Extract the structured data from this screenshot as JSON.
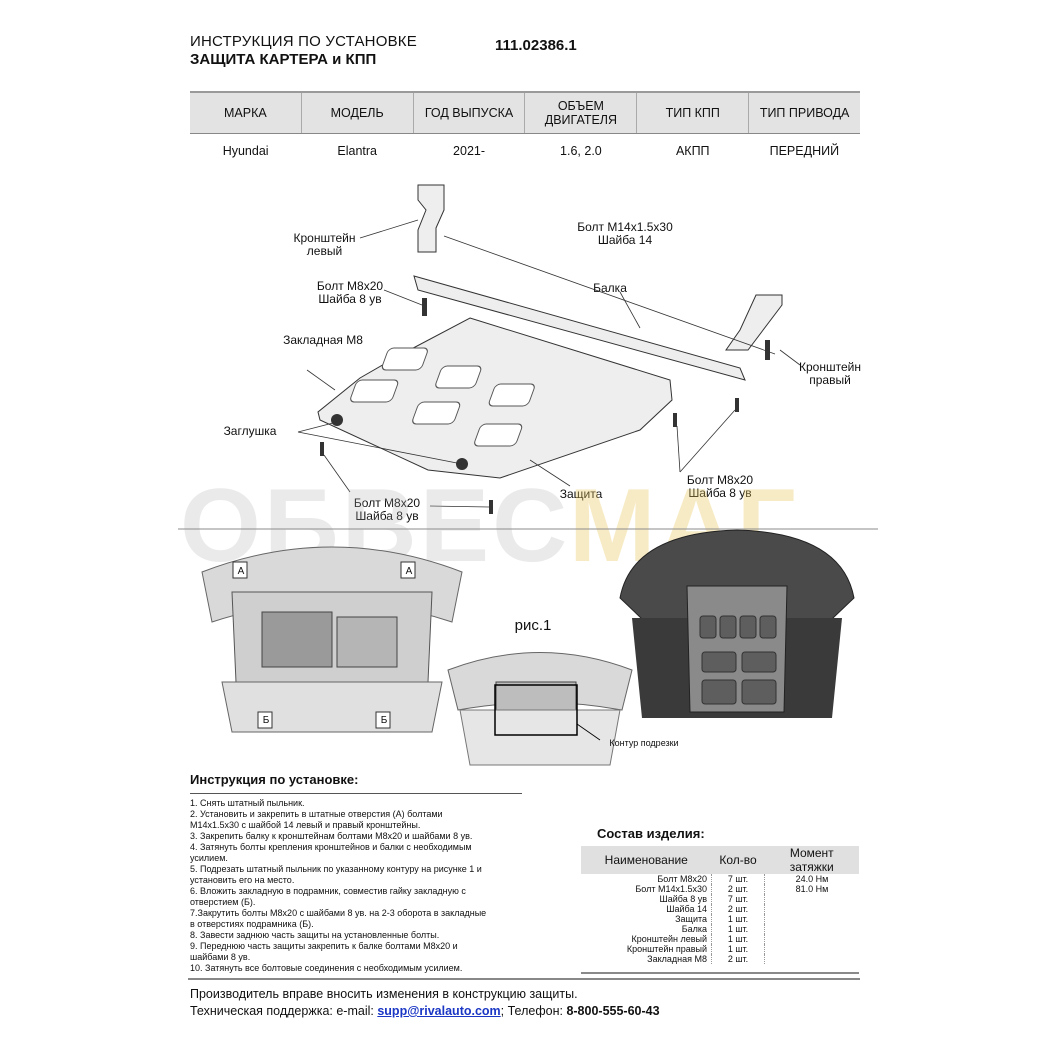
{
  "header": {
    "title_line1": "ИНСТРУКЦИЯ ПО УСТАНОВКЕ",
    "title_line2": "ЗАЩИТА КАРТЕРА и КПП",
    "part_number": "111.02386.1"
  },
  "spec_table": {
    "headers": [
      "МАРКА",
      "МОДЕЛЬ",
      "ГОД ВЫПУСКА",
      "ОБЪЕМ ДВИГАТЕЛЯ",
      "ТИП КПП",
      "ТИП ПРИВОДА"
    ],
    "row": [
      "Hyundai",
      "Elantra",
      "2021-",
      "1.6, 2.0",
      "АКПП",
      "ПЕРЕДНИЙ"
    ]
  },
  "callouts": {
    "bracket_left": "Кронштейн левый",
    "bolt_m14": "Болт М14х1.5х30",
    "washer_14": "Шайба 14",
    "bolt_m8_top": "Болт М8х20",
    "washer_8_top": "Шайба 8 ув",
    "beam": "Балка",
    "nut_insert": "Закладная М8",
    "bracket_right": "Кронштейн правый",
    "plug": "Заглушка",
    "bolt_m8_right": "Болт М8х20",
    "washer_8_right": "Шайба 8 ув",
    "bolt_m8_bottom": "Болт М8х20",
    "washer_8_bottom": "Шайба 8 ув",
    "shield": "Защита",
    "fig1": "рис.1",
    "cut_contour": "Контур подрезки",
    "hole_a": "А",
    "hole_b": "Б"
  },
  "watermark": {
    "part1": "ОБВЕС",
    "part2": "МАГ"
  },
  "instructions": {
    "title": "Инструкция по установке:",
    "steps": [
      "1. Снять штатный пыльник.",
      "2. Установить и закрепить в штатные отверстия (А) болтами",
      "М14х1.5х30 с шайбой 14 левый и правый кронштейны.",
      "3. Закрепить балку к кронштейнам болтами М8х20 и шайбами 8 ув.",
      "4. Затянуть болты крепления кронштейнов и балки с необходимым",
      "усилием.",
      "5. Подрезать штатный пыльник по указанному контуру на рисунке 1 и",
      "установить его на место.",
      "6. Вложить закладную в подрамник, совместив гайку закладную с",
      "отверстием (Б).",
      "7.Закрутить болты М8х20 с шайбами 8 ув. на 2-3 оборота в закладные",
      "в отверстиях подрамника (Б).",
      "8. Завести заднюю часть защиты на установленные болты.",
      "9. Переднюю часть защиты закрепить к балке болтами М8х20 и",
      "шайбами 8 ув.",
      "10. Затянуть все болтовые соединения с необходимым усилием."
    ]
  },
  "composition": {
    "title": "Состав изделия:",
    "headers": [
      "Наименование",
      "Кол-во",
      "Момент затяжки"
    ],
    "rows": [
      {
        "name": "Болт М8х20",
        "qty": "7 шт.",
        "torque": "24.0 Нм"
      },
      {
        "name": "Болт М14х1.5х30",
        "qty": "2 шт.",
        "torque": "81.0 Нм"
      },
      {
        "name": "Шайба 8 ув",
        "qty": "7 шт.",
        "torque": ""
      },
      {
        "name": "Шайба 14",
        "qty": "2 шт.",
        "torque": ""
      },
      {
        "name": "Защита",
        "qty": "1 шт.",
        "torque": ""
      },
      {
        "name": "Балка",
        "qty": "1 шт.",
        "torque": ""
      },
      {
        "name": "Кронштейн левый",
        "qty": "1 шт.",
        "torque": ""
      },
      {
        "name": "Кронштейн правый",
        "qty": "1 шт.",
        "torque": ""
      },
      {
        "name": "Закладная М8",
        "qty": "2 шт.",
        "torque": ""
      }
    ]
  },
  "footer": {
    "disclaimer": "Производитель вправе вносить изменения в конструкцию защиты.",
    "support_prefix": "Техническая поддержка:  e-mail:",
    "email": "supp@rivalauto.com",
    "phone_label": "; Телефон:",
    "phone": "8-800-555-60-43"
  }
}
